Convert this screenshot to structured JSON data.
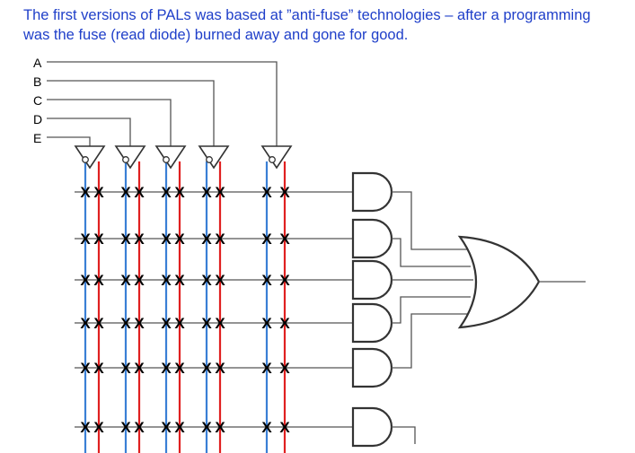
{
  "caption": {
    "line1": "The first versions of PALs was based at ”anti-fuse” technologies – after a programming",
    "line2": "was the fuse (read diode) burned away and gone for good."
  },
  "inputs": [
    "A",
    "B",
    "C",
    "D",
    "E"
  ],
  "fuse_mark": "X",
  "colors": {
    "caption": "#1f3fc9",
    "true_line": "#3a7fd5",
    "inverted_line": "#e02020",
    "wire": "#555555",
    "gate_stroke": "#333333"
  },
  "and_gate_count": 6,
  "or_gate_count": 1
}
